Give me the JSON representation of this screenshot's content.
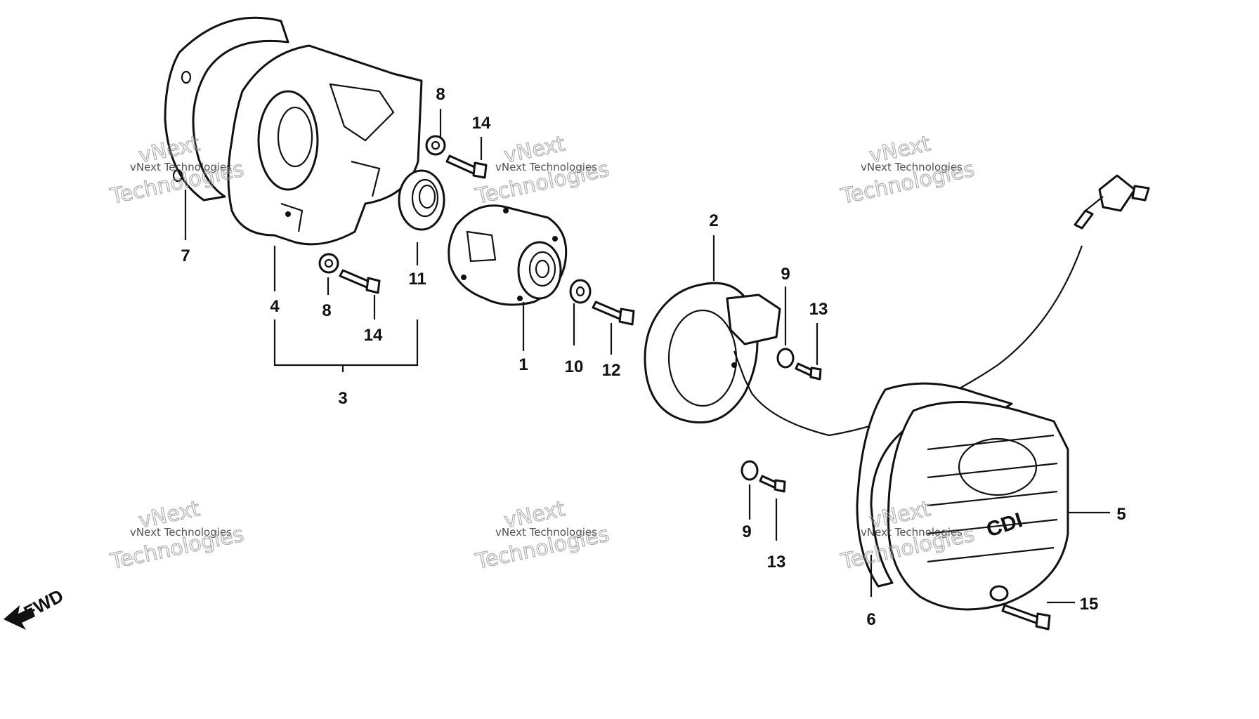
{
  "watermark": {
    "small": "vNext Technologies",
    "large_line1": "vNext",
    "large_line2": "Technologies"
  },
  "direction_label": "FWD",
  "callouts": {
    "p1": "1",
    "p2": "2",
    "p3": "3",
    "p4": "4",
    "p5": "5",
    "p6": "6",
    "p7": "7",
    "p8a": "8",
    "p8b": "8",
    "p9a": "9",
    "p9b": "9",
    "p10": "10",
    "p11": "11",
    "p12": "12",
    "p13a": "13",
    "p13b": "13",
    "p14a": "14",
    "p14b": "14",
    "p15": "15"
  },
  "cover_logo": "CDI",
  "colors": {
    "ink": "#111111",
    "paper": "#ffffff",
    "watermark": "#9a9a9a"
  }
}
